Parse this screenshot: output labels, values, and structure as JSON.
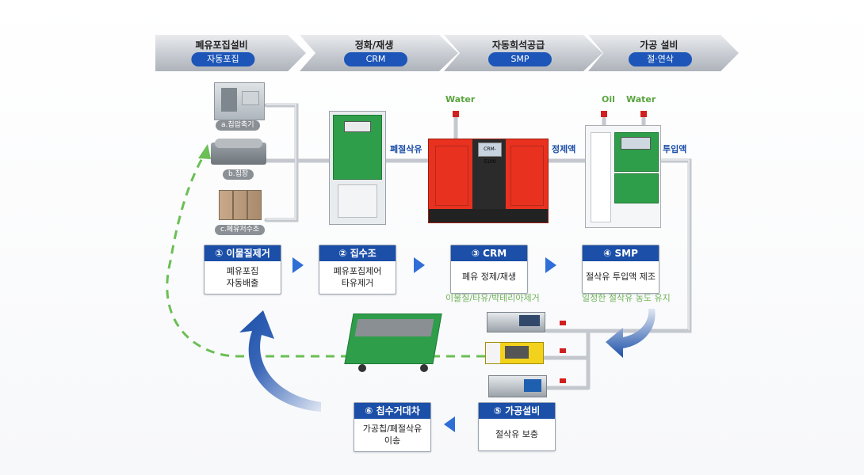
{
  "header": [
    {
      "title": "폐유포집설비",
      "tag": "자동포집"
    },
    {
      "title": "정화/재생",
      "tag": "CRM"
    },
    {
      "title": "자동희석공급",
      "tag": "SMP"
    },
    {
      "title": "가공 설비",
      "tag": "절·연삭"
    }
  ],
  "equipment_labels": {
    "a": "a.칩압축기",
    "b": "b.칩장",
    "c": "c.폐유저수조"
  },
  "flow_labels": {
    "water1": "Water",
    "oil": "Oil",
    "water2": "Water",
    "waste_oil": "폐절삭유",
    "refined": "정제액",
    "input": "투입액"
  },
  "crm_panel": "CRM-5100",
  "steps": [
    {
      "title": "① 이물질제거",
      "line1": "폐유포집",
      "line2": "자동배출"
    },
    {
      "title": "② 집수조",
      "line1": "폐유포집제어",
      "line2": "타유제거"
    },
    {
      "title": "③ CRM",
      "line1": "폐유 정제/재생",
      "line2": ""
    },
    {
      "title": "④ SMP",
      "line1": "절삭유 투입액 제조",
      "line2": ""
    },
    {
      "title": "⑤ 가공설비",
      "line1": "절삭유 보충",
      "line2": ""
    },
    {
      "title": "⑥ 칩수거대차",
      "line1": "가공칩/폐절삭유",
      "line2": "이송"
    }
  ],
  "notes": {
    "crm": "이물질/타유/박테리아제거",
    "smp": "일정한 절삭유 농도 유지"
  },
  "colors": {
    "accent_blue": "#1b4fa8",
    "green_text": "#6fb457",
    "crm_red": "#e8321f",
    "cabinet_green": "#2f9e4a",
    "dashed_green": "#6bbf55"
  }
}
